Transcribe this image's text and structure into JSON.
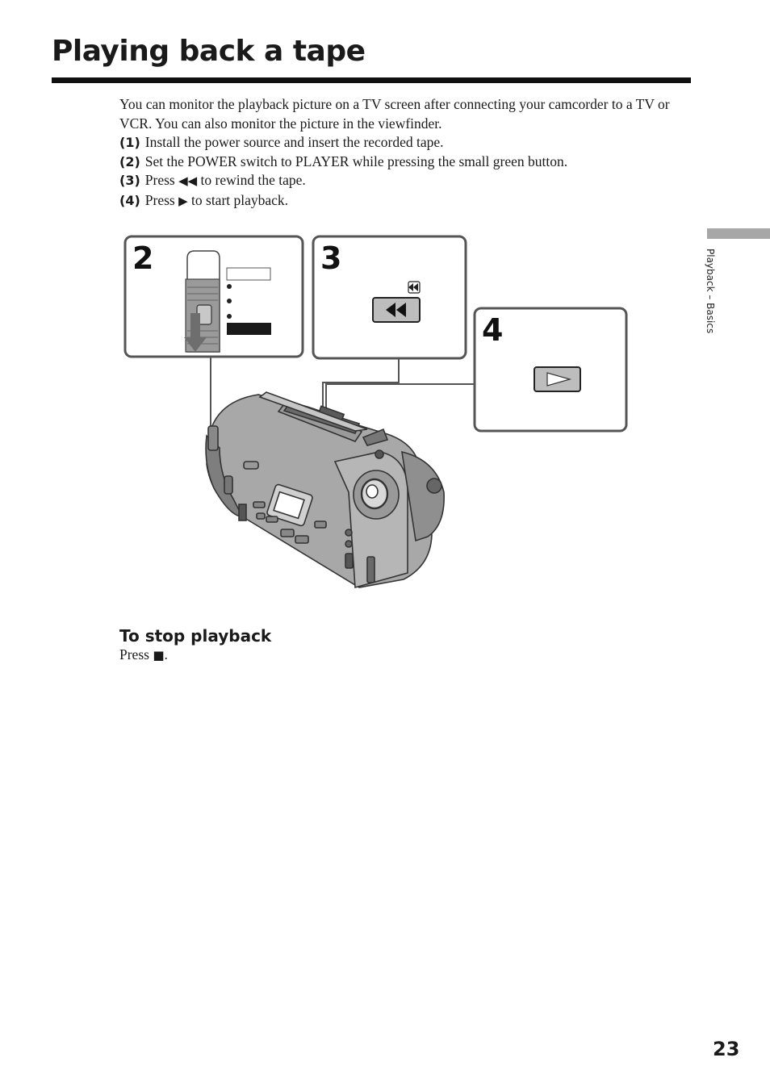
{
  "page": {
    "title": "Playing back a tape",
    "section": "Playback – Basics",
    "number": "23"
  },
  "intro": {
    "paragraph": "You can monitor the playback picture on a TV screen after connecting your camcorder to a TV or VCR. You can also monitor the picture in the viewfinder."
  },
  "steps": [
    {
      "num": "(1)",
      "before": "Install the power source and insert the recorded tape.",
      "glyph": "",
      "after": ""
    },
    {
      "num": "(2)",
      "before": "Set the POWER switch to PLAYER while pressing the small green button.",
      "glyph": "",
      "after": ""
    },
    {
      "num": "(3)",
      "before": "Press ",
      "glyph": "◀◀",
      "after": " to rewind the tape."
    },
    {
      "num": "(4)",
      "before": "Press ",
      "glyph": "▶",
      "after": " to start playback."
    }
  ],
  "figure": {
    "panels": [
      {
        "label": "2",
        "icon": "power-switch-icon"
      },
      {
        "label": "3",
        "icon": "rewind-icon"
      },
      {
        "label": "4",
        "icon": "play-icon"
      }
    ],
    "camera_icon": "camcorder-illustration"
  },
  "stop": {
    "heading": "To stop playback",
    "before": "Press ",
    "glyph": "■",
    "after": "."
  }
}
